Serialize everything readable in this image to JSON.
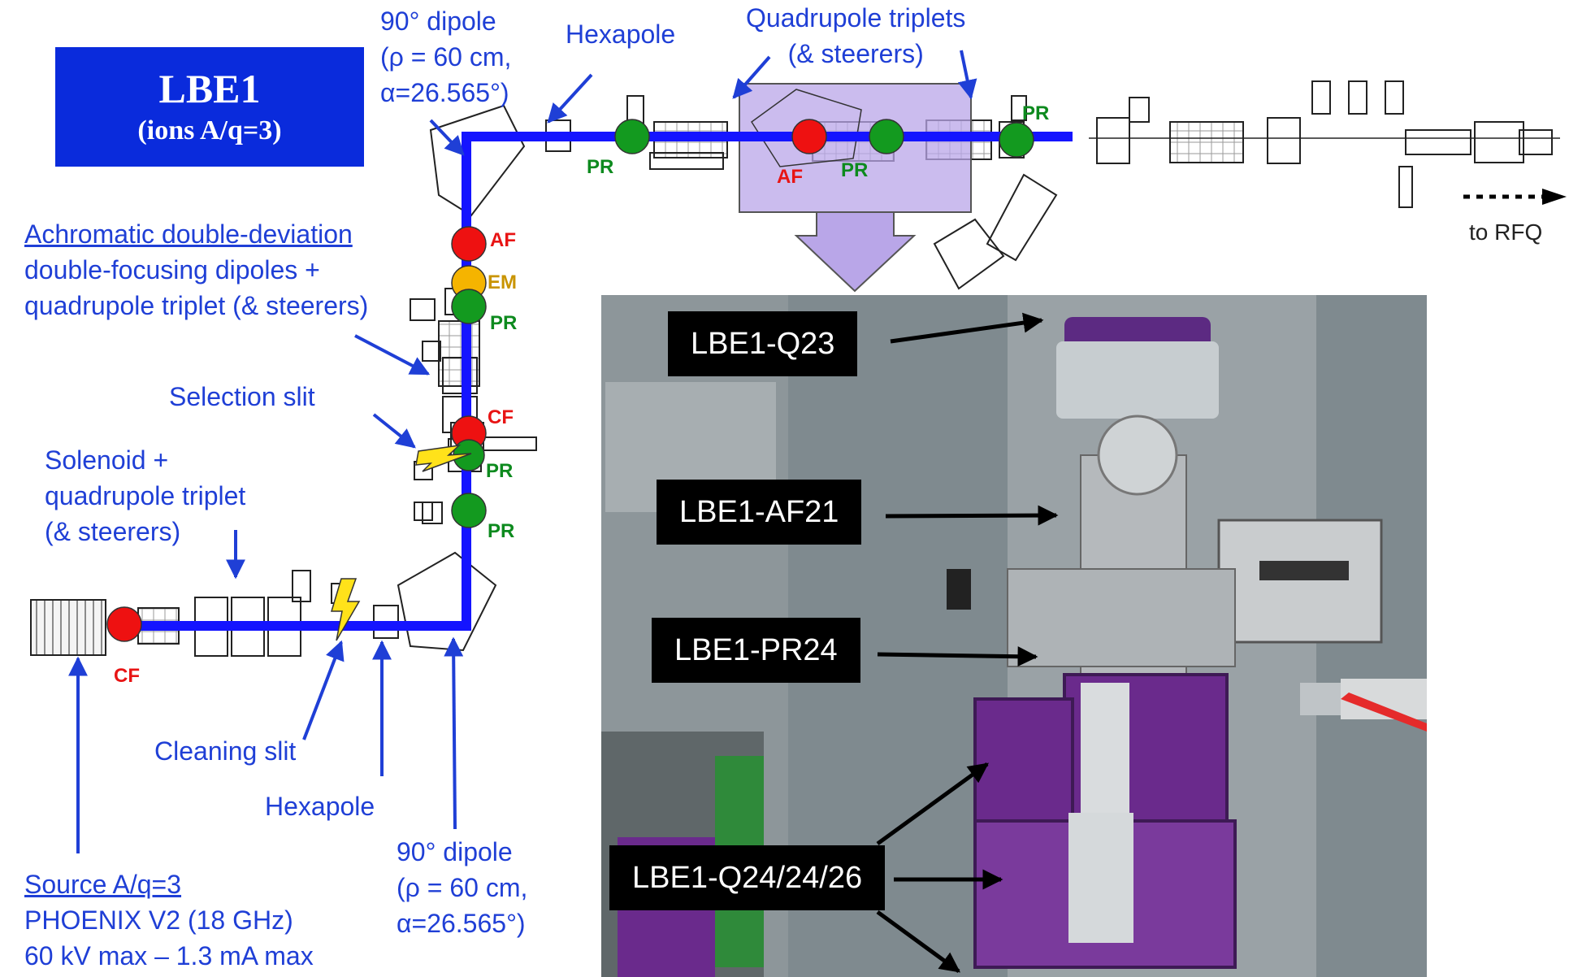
{
  "title": {
    "main": "LBE1",
    "sub": "(ions A/q=3)"
  },
  "labels": {
    "dipole_top": [
      "90° dipole",
      "(ρ = 60 cm,",
      "α=26.565°)"
    ],
    "hexapole_top": "Hexapole",
    "quad_triplets": [
      "Quadrupole triplets",
      "(& steerers)"
    ],
    "achromatic_title": "Achromatic double-deviation",
    "achromatic_rest": [
      "double-focusing dipoles +",
      "quadrupole triplet (& steerers)"
    ],
    "selection_slit": "Selection slit",
    "solenoid": [
      "Solenoid +",
      "quadrupole triplet",
      "(& steerers)"
    ],
    "cleaning_slit": "Cleaning slit",
    "hexapole_bottom": "Hexapole",
    "dipole_bottom": [
      "90° dipole",
      "(ρ = 60 cm,",
      "α=26.565°)"
    ],
    "source_title": "Source A/q=3",
    "source_rest": [
      "PHOENIX V2 (18 GHz)",
      "60 kV max – 1.3 mA max"
    ],
    "to_rfq": "to RFQ"
  },
  "markers": {
    "pr": "PR",
    "af": "AF",
    "cf": "CF",
    "em": "EM"
  },
  "photo_tags": {
    "q23": "LBE1-Q23",
    "af21": "LBE1-AF21",
    "pr24": "LBE1-PR24",
    "q24": "LBE1-Q24/24/26"
  },
  "colors": {
    "beam": "#1414ff",
    "label": "#1f3fd6",
    "title_bg": "#0a2bdc",
    "profiler": "#139a1f",
    "faraday": "#ee1111",
    "emittance": "#f5b400",
    "highlight": "#b9a6e8",
    "photo_purple": "#6a2a8c"
  },
  "icons": {
    "arrow": "arrow-icon",
    "slit": "lightning-bolt-icon"
  }
}
